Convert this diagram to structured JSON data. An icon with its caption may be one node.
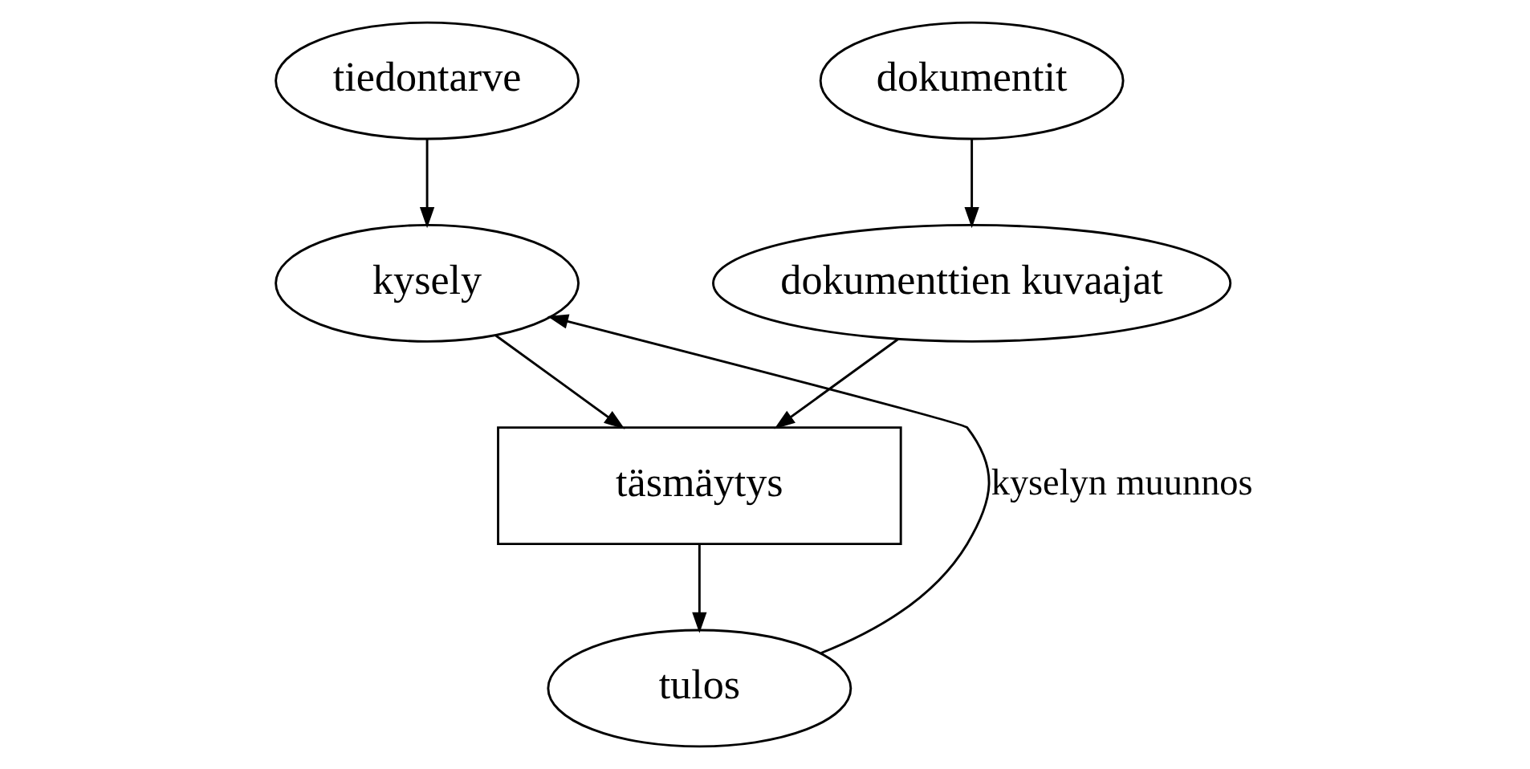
{
  "diagram": {
    "nodes": [
      {
        "text": [
          "tiedontarve"
        ]
      },
      {
        "text": [
          "dokumentit"
        ]
      },
      {
        "text": [
          "kysely"
        ]
      },
      {
        "text": [
          "dokumenttien kuvaajat"
        ]
      },
      {
        "text": [
          "täsmäytys"
        ]
      },
      {
        "text": [
          "tulos"
        ]
      }
    ],
    "edges": [
      {
        "from": 0,
        "to": 2,
        "arrow": "to"
      },
      {
        "from": 1,
        "to": 3,
        "arrow": "to"
      },
      {
        "from": 2,
        "to": 4,
        "arrow": "to"
      },
      {
        "from": 3,
        "to": 4,
        "arrow": "to"
      },
      {
        "from": 4,
        "to": 5,
        "arrow": "to"
      },
      {
        "from": 5,
        "to": 2,
        "arrow": "to",
        "label": "kyselyn muunnos"
      }
    ]
  }
}
